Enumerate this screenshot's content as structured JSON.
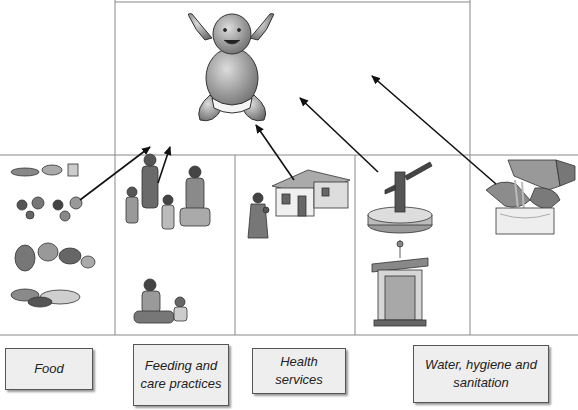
{
  "diagram": {
    "nodes": [
      {
        "text": [
          "Food"
        ]
      },
      {
        "text": [
          "Feeding and care practices"
        ]
      },
      {
        "text": [
          "Health services"
        ]
      },
      {
        "text": [
          "Water, hygiene and sanitation"
        ]
      }
    ]
  }
}
